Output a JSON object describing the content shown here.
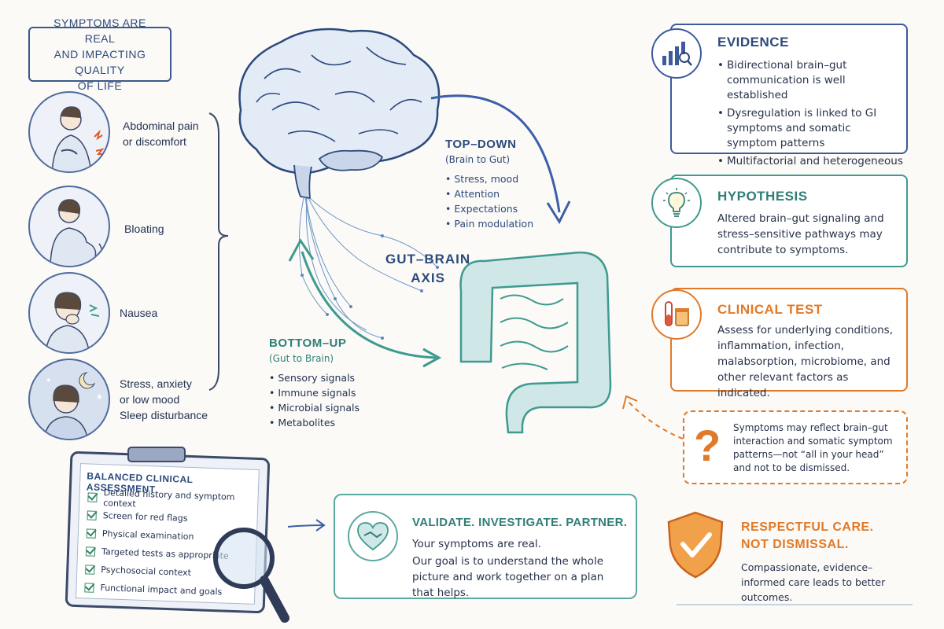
{
  "symptoms": {
    "title": "SYMPTOMS ARE REAL\nAND IMPACTING QUALITY\nOF LIFE",
    "items": [
      {
        "label": "Abdominal pain\nor discomfort",
        "icon": "abdominal-pain-icon"
      },
      {
        "label": "Bloating",
        "icon": "bloating-icon"
      },
      {
        "label": "Nausea",
        "icon": "nausea-icon"
      },
      {
        "label": "Stress, anxiety\nor low mood\nSleep disturbance",
        "icon": "stress-sleep-icon"
      }
    ]
  },
  "axis": {
    "title": "GUT–BRAIN\nAXIS",
    "top_down": {
      "title": "TOP–DOWN",
      "subtitle": "(Brain to Gut)",
      "items": [
        "Stress, mood",
        "Attention",
        "Expectations",
        "Pain modulation"
      ]
    },
    "bottom_up": {
      "title": "BOTTOM–UP",
      "subtitle": "(Gut to Brain)",
      "items": [
        "Sensory signals",
        "Immune signals",
        "Microbial signals",
        "Metabolites"
      ]
    }
  },
  "evidence": {
    "title": "EVIDENCE",
    "items": [
      "Bidirectional brain–gut communication is well established",
      "Dysregulation is linked to GI symptoms and somatic symptom patterns",
      "Multifactorial and heterogeneous"
    ]
  },
  "hypothesis": {
    "title": "HYPOTHESIS",
    "text": "Altered brain–gut signaling and stress–sensitive pathways may contribute to symptoms."
  },
  "clinical_test": {
    "title": "CLINICAL TEST",
    "text": "Assess for underlying conditions, inflammation, infection, malabsorption, microbiome, and other relevant factors as indicated."
  },
  "note": {
    "text": "Symptoms may reflect brain–gut interaction and somatic symptom patterns—not “all in your head” and not to be dismissed."
  },
  "assessment": {
    "title": "BALANCED CLINICAL ASSESSMENT",
    "items": [
      "Detailed history and symptom context",
      "Screen for red flags",
      "Physical examination",
      "Targeted tests as appropriate",
      "Psychosocial context",
      "Functional impact and goals"
    ]
  },
  "validate": {
    "title": "VALIDATE. INVESTIGATE. PARTNER.",
    "line1": "Your symptoms are real.",
    "line2": "Our goal is to understand the whole picture and work together on a plan that helps."
  },
  "respect": {
    "title": "RESPECTFUL CARE.\nNOT DISMISSAL.",
    "text": "Compassionate, evidence–informed care leads to better outcomes."
  },
  "colors": {
    "navy": "#2c4a7c",
    "teal": "#3f9a8f",
    "orange": "#e07a2a",
    "blue_arrow": "#3b5fa8"
  }
}
